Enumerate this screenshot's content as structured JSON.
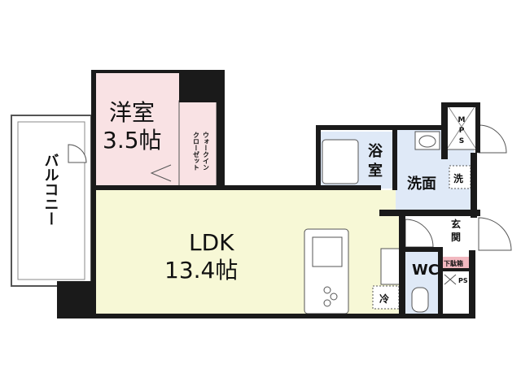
{
  "colors": {
    "wall": "#1a1a1a",
    "ldk_fill": "#f7f8d6",
    "bedroom_fill": "#f9e2e4",
    "bath_fill": "#dfe9f7",
    "balcony_fill": "#ffffff",
    "shoebox_fill": "#f2b8c0"
  },
  "rooms": {
    "bedroom_name": "洋室",
    "bedroom_size": "3.5帖",
    "closet_line1": "ウォークイン",
    "closet_line2": "クローゼット",
    "balcony": "バルコニー",
    "ldk_name": "LDK",
    "ldk_size": "13.4帖",
    "bath": "浴室",
    "washroom": "洗面",
    "washer": "洗",
    "wc": "WC",
    "entrance": "玄関",
    "shoebox": "下駄箱",
    "ps": "PS",
    "mps": "MPS",
    "fridge": "冷"
  }
}
